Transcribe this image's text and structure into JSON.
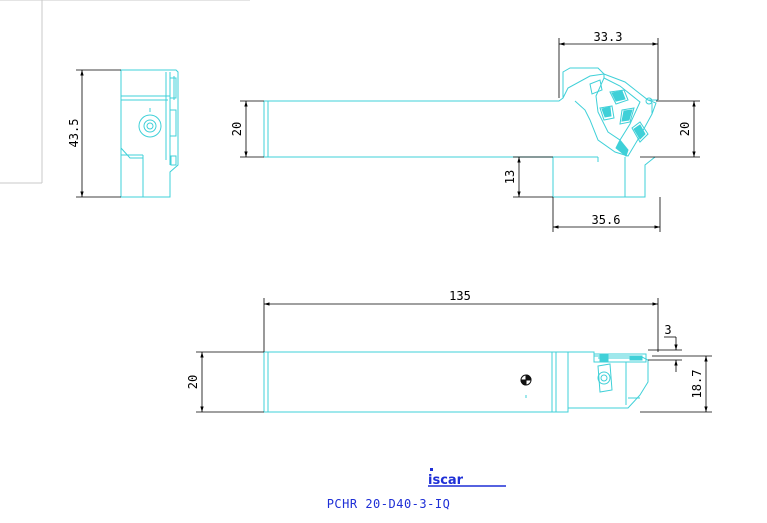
{
  "brand": {
    "logo_text": "iscar",
    "color": "#1e2fd6"
  },
  "product_code": "PCHR 20-D40-3-IQ",
  "colors": {
    "geometry": "#3fd0d8",
    "dimension": "#000000"
  },
  "dimensions": {
    "side_height": "43.5",
    "top_shank_height": "20",
    "head_width": "33.3",
    "head_height_right": "20",
    "offset_13": "13",
    "width_35_6": "35.6",
    "overall_length": "135",
    "front_shank_height": "20",
    "insert_width": "3",
    "front_height_right": "18.7"
  }
}
